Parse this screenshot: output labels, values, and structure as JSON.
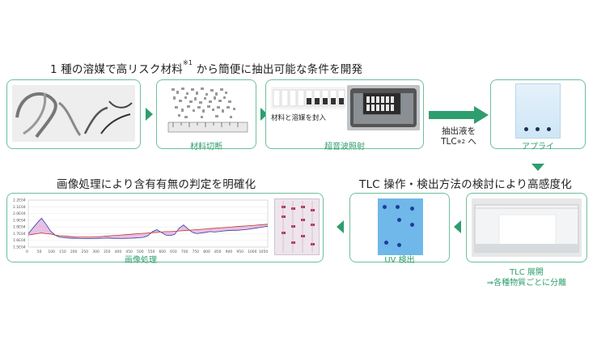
{
  "headings": {
    "top": "1 種の溶媒で高リスク材料",
    "top_sup": "※1",
    "top_rest": " から簡便に抽出可能な条件を開発",
    "tlc": "TLC 操作・検出方法の検討により高感度化",
    "image": "画像処理により含有有無の判定を明確化"
  },
  "steps": {
    "cut": "材料切断",
    "ultrasonic": "超音波照射",
    "apply": "アプライ",
    "develop": "TLC 展開",
    "develop_sub": "⇒各種物質ごとに分離",
    "uv": "UV 検出",
    "image": "画像処理"
  },
  "labels": {
    "seal": "材料と溶媒を封入",
    "extract_line1": "抽出液を",
    "extract_line2_a": "TLC",
    "extract_sup": "※2",
    "extract_line2_b": " へ"
  },
  "chart_data": {
    "type": "line",
    "y_ticks": [
      "2.2E04",
      "2.1E04",
      "2.0E04",
      "1.9E04",
      "1.8E04",
      "1.7E04",
      "1.6E04",
      "1.5E04"
    ],
    "ylim": [
      15000,
      22000
    ],
    "xlim": [
      0,
      1080
    ],
    "x_ticks": [
      "0",
      "50",
      "100",
      "150",
      "200",
      "250",
      "300",
      "350",
      "400",
      "450",
      "500",
      "550",
      "600",
      "650",
      "700",
      "750",
      "800",
      "850",
      "900",
      "950",
      "1000",
      "1050"
    ],
    "series": [
      {
        "color": "#2c3f9e",
        "x": [
          0,
          20,
          40,
          60,
          80,
          100,
          120,
          140,
          160,
          180,
          200,
          220,
          240,
          260,
          280,
          300,
          320,
          340,
          360,
          380,
          400,
          420,
          440,
          460,
          480,
          500,
          520,
          540,
          560,
          580,
          600,
          620,
          640,
          660,
          680,
          700,
          720,
          740,
          760,
          780,
          800,
          820,
          840,
          860,
          880,
          900,
          920,
          940,
          960,
          980,
          1000,
          1020,
          1040,
          1060,
          1080
        ],
        "y": [
          17000,
          17800,
          18600,
          19300,
          18400,
          17400,
          16800,
          16500,
          16400,
          16350,
          16300,
          16300,
          16280,
          16250,
          16250,
          16270,
          16300,
          16320,
          16350,
          16300,
          16300,
          16280,
          16300,
          16320,
          16350,
          16400,
          16450,
          16700,
          17300,
          17600,
          17200,
          16800,
          16700,
          16900,
          17800,
          18300,
          17700,
          17200,
          17000,
          17100,
          17200,
          17300,
          17250,
          17300,
          17400,
          17450,
          17500,
          17500,
          17550,
          17600,
          17700,
          17800,
          17900,
          18000,
          18100
        ]
      },
      {
        "color": "#c0392b",
        "x": [
          0,
          20,
          40,
          60,
          80,
          100,
          120,
          140,
          160,
          180,
          200,
          220,
          240,
          260,
          280,
          300,
          320,
          340,
          360,
          380,
          400,
          420,
          440,
          460,
          480,
          500,
          520,
          540,
          560,
          580,
          600,
          620,
          640,
          660,
          680,
          700,
          720,
          740,
          760,
          780,
          800,
          820,
          840,
          860,
          880,
          900,
          920,
          940,
          960,
          980,
          1000,
          1020,
          1040,
          1060,
          1080
        ],
        "y": [
          16800,
          16900,
          17000,
          17100,
          17000,
          16950,
          16800,
          16700,
          16650,
          16600,
          16550,
          16500,
          16500,
          16500,
          16500,
          16520,
          16550,
          16600,
          16650,
          16700,
          16750,
          16800,
          16850,
          16900,
          16950,
          17000,
          17050,
          17100,
          17150,
          17200,
          17250,
          17300,
          17300,
          17350,
          17400,
          17450,
          17500,
          17550,
          17600,
          17650,
          17700,
          17750,
          17800,
          17850,
          17900,
          17950,
          18000,
          18050,
          18100,
          18150,
          18200,
          18250,
          18300,
          18350,
          18400
        ]
      }
    ]
  }
}
